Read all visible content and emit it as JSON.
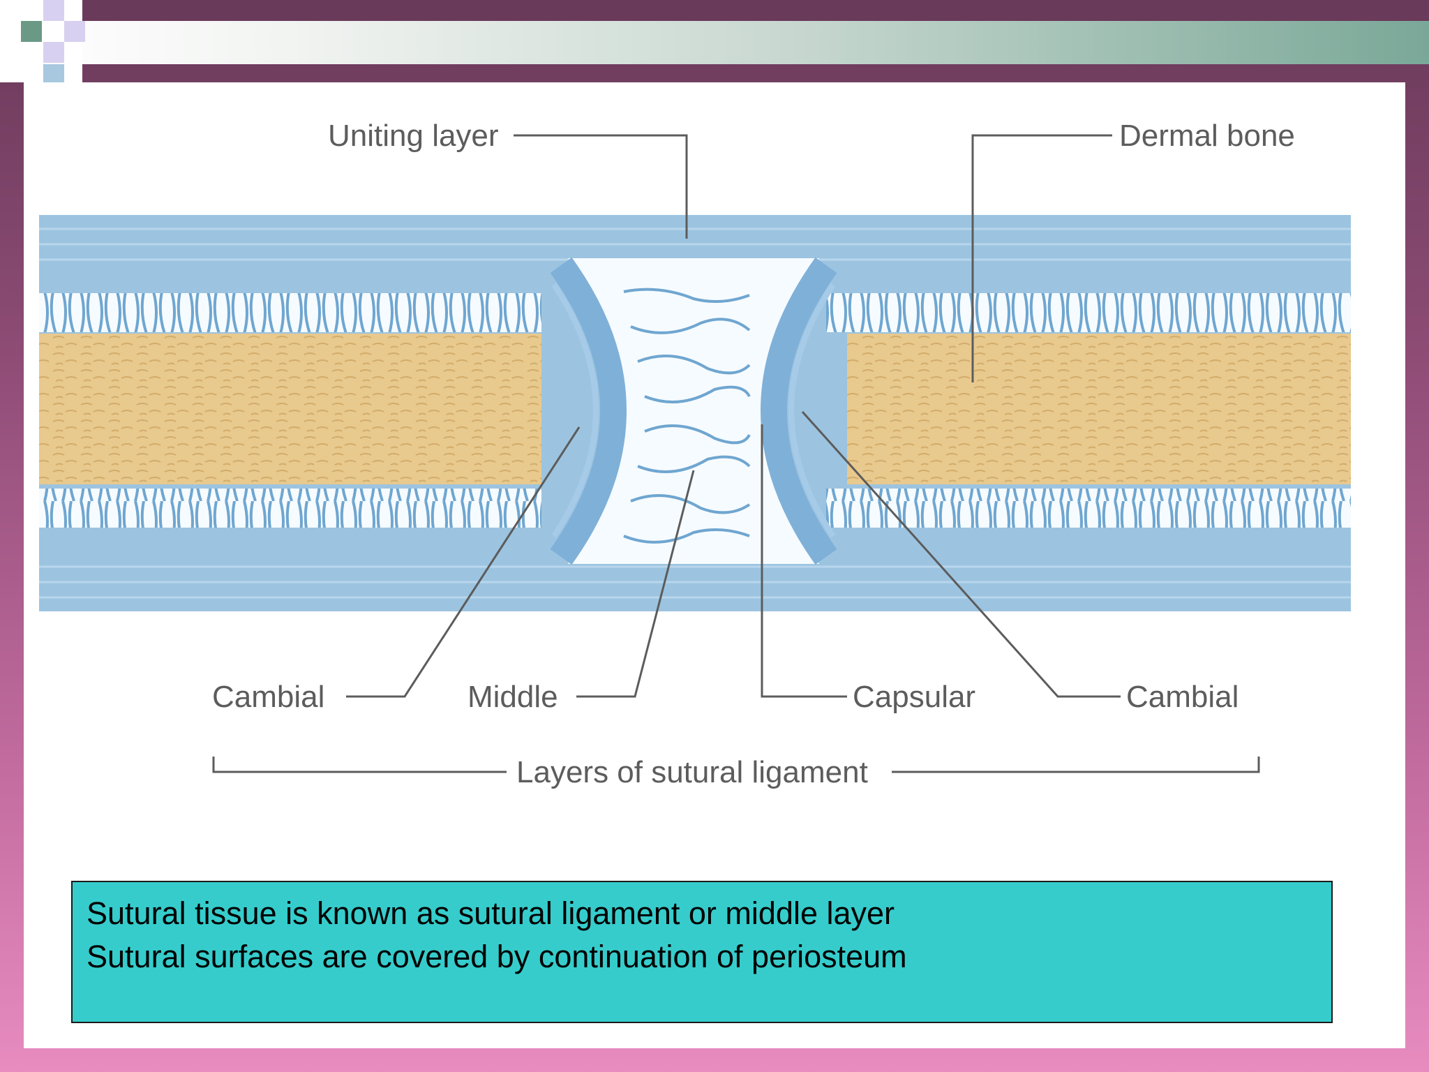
{
  "diagram": {
    "labels": {
      "uniting_layer": "Uniting layer",
      "dermal_bone": "Dermal bone",
      "cambial_left": "Cambial",
      "middle": "Middle",
      "capsular": "Capsular",
      "cambial_right": "Cambial",
      "layers_caption": "Layers of sutural ligament"
    },
    "colors": {
      "periosteum_blue": "#9cc4e0",
      "bone_tan": "#e8c98e",
      "fiber_white": "#f6fbff",
      "leader_gray": "#5c5c5c"
    }
  },
  "caption": {
    "line1": "Sutural tissue is known as sutural ligament or middle layer",
    "line2": "Sutural surfaces are covered by continuation of periosteum"
  },
  "theme": {
    "background_top": "#6a3a5a",
    "background_bottom": "#e88cc0",
    "caption_fill": "#36cccc"
  }
}
